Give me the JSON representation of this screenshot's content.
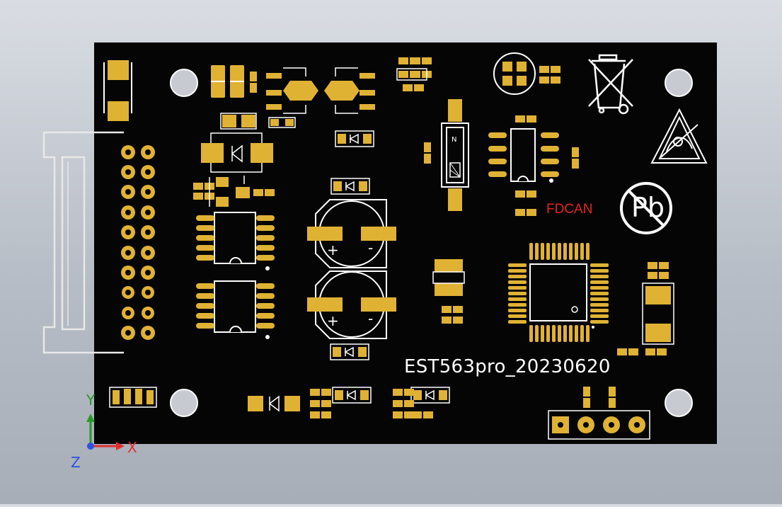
{
  "board": {
    "silkscreen_label": "EST563pro_20230620",
    "net_label": "FDCAN",
    "lead_free_mark": "Pb"
  },
  "axes": {
    "x": "X",
    "y": "Y",
    "z": "Z"
  },
  "colors": {
    "background_top": "#d9dde3",
    "background_bottom": "#a7aeb8",
    "pcb": "#050505",
    "pad": "#e0b234",
    "silkscreen": "#ffffff",
    "net_label": "#e4231f",
    "axis_x": "#e03030",
    "axis_y": "#2a9a2a",
    "axis_z": "#3050e0"
  },
  "icons": [
    "weee-bin-icon",
    "esd-warning-icon",
    "lead-free-icon",
    "axis-gizmo-icon"
  ]
}
